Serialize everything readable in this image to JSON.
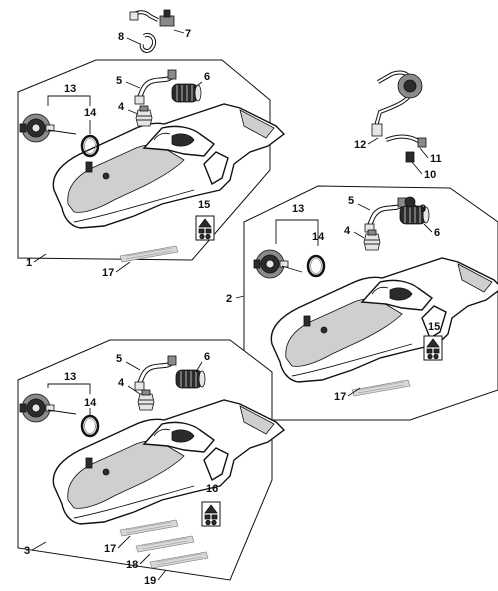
{
  "labels": {
    "l1": "1",
    "l2": "2",
    "l3": "3",
    "l4": "4",
    "l5": "5",
    "l6": "6",
    "l7": "7",
    "l8": "8",
    "l9": "9",
    "l10": "10",
    "l11": "11",
    "l12": "12",
    "l13": "13",
    "l14": "14",
    "l15": "15",
    "l16": "16",
    "l17": "17",
    "l18": "18",
    "l19": "19"
  },
  "icons": {
    "fuel_hose_kit": "fuel-hose-icon",
    "filter": "filter-icon",
    "grommet": "grommet-icon",
    "carburetor": "carburetor-icon",
    "ring": "o-ring-icon",
    "housing": "tank-housing-icon",
    "warning_label": "warning-label-icon",
    "label_strip": "label-strip-icon"
  }
}
